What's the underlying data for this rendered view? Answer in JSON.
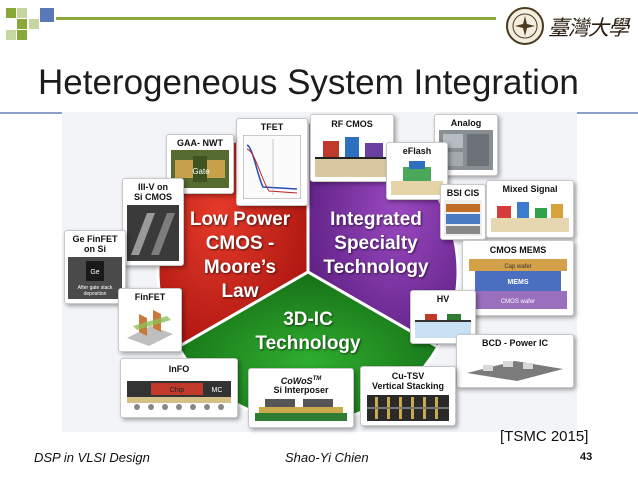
{
  "slide": {
    "title": "Heterogeneous System Integration",
    "citation": "[TSMC 2015]",
    "page_number": "43",
    "footer_left": "DSP in VLSI Design",
    "footer_center": "Shao-Yi Chien",
    "university_logo_text": "臺灣大學"
  },
  "center": {
    "red_lines": [
      "Low Power",
      "CMOS -",
      "Moore’s",
      "Law"
    ],
    "purple_lines": [
      "Integrated",
      "Specialty",
      "Technology"
    ],
    "green_lines": [
      "3D-IC",
      "Technology"
    ]
  },
  "cards": {
    "tfet": "TFET",
    "rfcmos": "RF CMOS",
    "analog": "Analog",
    "gaa": "GAA- NWT",
    "eflash": "eFlash",
    "bsicis": "BSI CIS",
    "mixed": "Mixed Signal",
    "iiiv_1": "III-V on",
    "iiiv_2": "Si CMOS",
    "gefin_1": "Ge FinFET",
    "gefin_2": "on Si",
    "cmosmems": "CMOS MEMS",
    "mems_cap": "Cap wafer",
    "mems_core": "MEMS",
    "mems_base": "CMOS wafer",
    "finfet": "FinFET",
    "hv": "HV",
    "bcd": "BCD - Power IC",
    "info": "InFO",
    "chip": "Chip",
    "mc": "MC",
    "cowos": "CoWoS",
    "cowos_tm": "TM",
    "si_interposer": "Si Interposer",
    "cutsv_1": "Cu-TSV",
    "cutsv_2": "Vertical Stacking",
    "ge_gate": "Ge",
    "ge_caption_1": "After gate stack",
    "ge_caption_2": "deposition",
    "gaa_gate": "Gate"
  },
  "colors": {
    "red": "#c81d1d",
    "purple": "#7b2fa0",
    "green": "#1f8a1f",
    "bullet_green": "#8aa83a",
    "bullet_blue": "#3b5ea8",
    "rule": "#8aa0c8"
  }
}
